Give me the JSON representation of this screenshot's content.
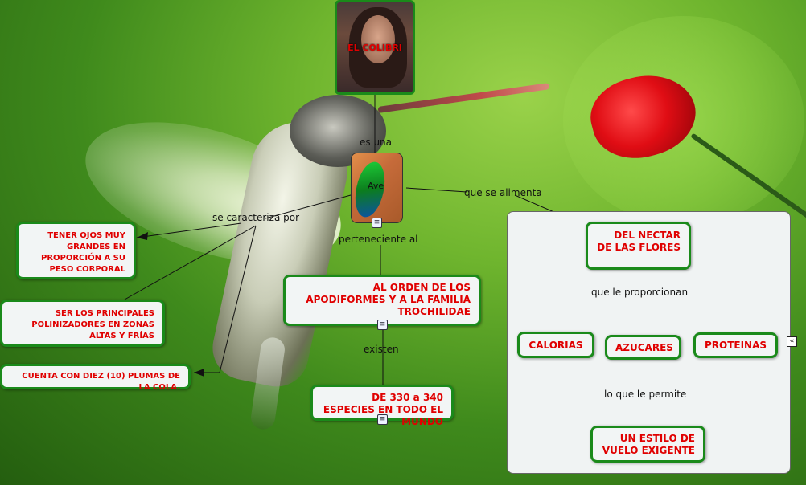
{
  "central": {
    "title": "EL COLIBRI",
    "node_label": "Ave"
  },
  "links": {
    "es_una": "es una",
    "se_caracteriza_por": "se caracteriza por",
    "que_se_alimenta": "que se alimenta",
    "perteneciente_al": "perteneciente al",
    "existen": "existen",
    "que_le_proporcionan": "que le proporcionan",
    "lo_que_le_permite": "lo que le permite"
  },
  "characteristics": [
    "TENER OJOS MUY GRANDES EN PROPORCIÓN A SU PESO CORPORAL",
    "SER LOS PRINCIPALES POLINIZADORES EN ZONAS ALTAS Y FRÍAS",
    "CUENTA CON DIEZ (10) PLUMAS DE LA COLA."
  ],
  "orden": "AL ORDEN DE LOS APODIFORMES Y A LA FAMILIA TROCHILIDAE",
  "especies": "DE 330 a 340 ESPECIES EN TODO EL MUNDO",
  "alimento": {
    "fuente": "DEL NECTAR DE LAS FLORES",
    "nutrientes": [
      "CALORIAS",
      "AZUCARES",
      "PROTEINAS"
    ],
    "resultado": "UN ESTILO DE VUELO EXIGENTE"
  },
  "icons": {
    "doc": "document-icon",
    "collapse": "collapse-icon",
    "collapse_glyph": "«"
  },
  "colors": {
    "node_border": "#1a8a1a",
    "node_text": "#e00000",
    "node_bg": "#f2f5f5"
  }
}
